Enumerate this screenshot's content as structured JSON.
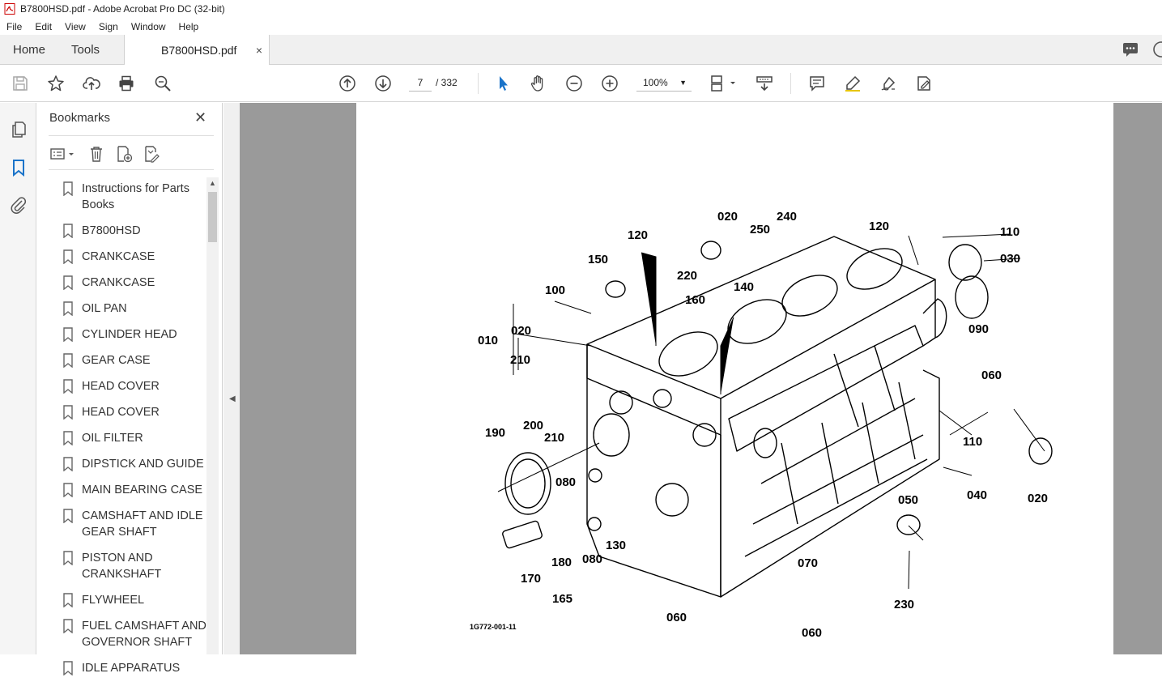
{
  "window": {
    "title": "B7800HSD.pdf - Adobe Acrobat Pro DC (32-bit)"
  },
  "menu": [
    "File",
    "Edit",
    "View",
    "Sign",
    "Window",
    "Help"
  ],
  "tabs": {
    "home": "Home",
    "tools": "Tools",
    "document": "B7800HSD.pdf",
    "close": "×"
  },
  "toolbar": {
    "page_current": "7",
    "page_total": "/ 332",
    "zoom": "100%"
  },
  "bookmarks": {
    "title": "Bookmarks",
    "close": "✕",
    "items": [
      "Instructions for Parts Books",
      "B7800HSD",
      "CRANKCASE",
      "CRANKCASE",
      "OIL PAN",
      "CYLINDER HEAD",
      "GEAR CASE",
      "HEAD COVER",
      "HEAD COVER",
      "OIL FILTER",
      "DIPSTICK AND GUIDE",
      "MAIN BEARING CASE",
      "CAMSHAFT AND IDLE GEAR SHAFT",
      "PISTON AND CRANKSHAFT",
      "FLYWHEEL",
      "FUEL CAMSHAFT AND GOVERNOR SHAFT",
      "IDLE APPARATUS"
    ]
  },
  "diagram": {
    "callouts": [
      "020",
      "240",
      "120",
      "110",
      "250",
      "030",
      "120",
      "150",
      "220",
      "140",
      "100",
      "160",
      "090",
      "010",
      "020",
      "210",
      "060",
      "200",
      "210",
      "110",
      "190",
      "080",
      "050",
      "040",
      "020",
      "180",
      "130",
      "080",
      "170",
      "070",
      "165",
      "230",
      "060",
      "060"
    ],
    "figure_id": "1G772-001-11"
  }
}
